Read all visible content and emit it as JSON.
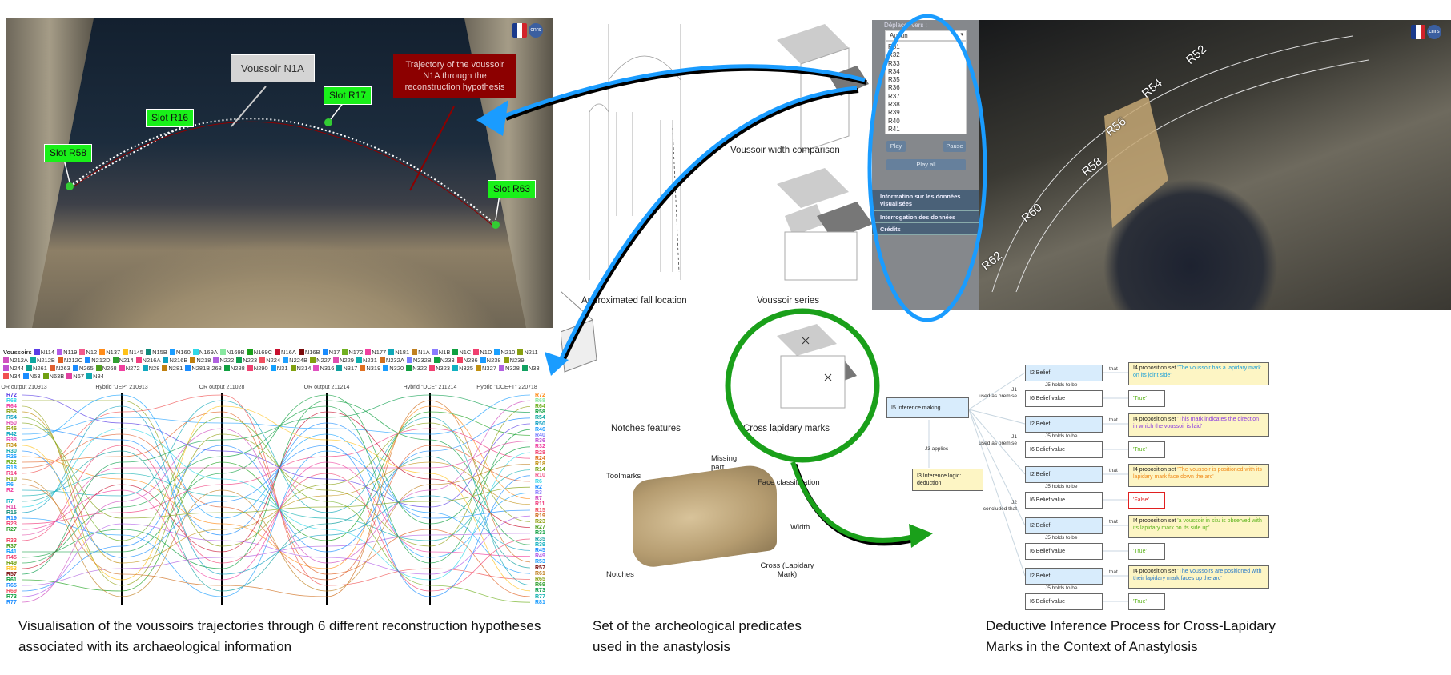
{
  "left_photo": {
    "voussoir_callout": "Voussoir N1A",
    "trajectory_callout": "Trajectory of the voussoir N1A through the reconstruction hypothesis",
    "slots": [
      "Slot R58",
      "Slot R16",
      "Slot R17",
      "Slot R63"
    ],
    "logo": [
      "Culture",
      "cnrs"
    ]
  },
  "chart_data": {
    "type": "parallel-sets",
    "legend_title": "Voussoirs",
    "legend": [
      {
        "name": "N114",
        "color": "#5a3ee6"
      },
      {
        "name": "N119",
        "color": "#b25be8"
      },
      {
        "name": "N12",
        "color": "#f25a8c"
      },
      {
        "name": "N137",
        "color": "#ff8c1a"
      },
      {
        "name": "N145",
        "color": "#ffc21a"
      },
      {
        "name": "N15B",
        "color": "#0e8a7a"
      },
      {
        "name": "N160",
        "color": "#1a9cff"
      },
      {
        "name": "N169A",
        "color": "#30d8e8"
      },
      {
        "name": "N169B",
        "color": "#88e8a0"
      },
      {
        "name": "N169C",
        "color": "#1aa01a"
      },
      {
        "name": "N16A",
        "color": "#c8102e"
      },
      {
        "name": "N16B",
        "color": "#7a0c0c"
      },
      {
        "name": "N17",
        "color": "#1a8cff"
      },
      {
        "name": "N172",
        "color": "#70b020"
      },
      {
        "name": "N177",
        "color": "#f040a0"
      },
      {
        "name": "N181",
        "color": "#10a8b8"
      },
      {
        "name": "N1A",
        "color": "#c08020"
      },
      {
        "name": "N1B",
        "color": "#8a7cff"
      },
      {
        "name": "N1C",
        "color": "#10a040"
      },
      {
        "name": "N1D",
        "color": "#f04070"
      },
      {
        "name": "N210",
        "color": "#1aa0ff"
      },
      {
        "name": "N211",
        "color": "#88a010"
      },
      {
        "name": "N212A",
        "color": "#d050c0"
      },
      {
        "name": "N212B",
        "color": "#10a8a0"
      },
      {
        "name": "N212C",
        "color": "#e06020"
      },
      {
        "name": "N212D",
        "color": "#1a8cff"
      },
      {
        "name": "N214",
        "color": "#30a030"
      },
      {
        "name": "N216A",
        "color": "#f04080"
      },
      {
        "name": "N216B",
        "color": "#10a0c0"
      },
      {
        "name": "N218",
        "color": "#c08010"
      },
      {
        "name": "N222",
        "color": "#b060e0"
      },
      {
        "name": "N223",
        "color": "#10a050"
      },
      {
        "name": "N224",
        "color": "#f05060"
      },
      {
        "name": "N224B",
        "color": "#20a0ff"
      },
      {
        "name": "N227",
        "color": "#80a010"
      },
      {
        "name": "N229",
        "color": "#e050b0"
      },
      {
        "name": "N231",
        "color": "#10b0b0"
      },
      {
        "name": "N232A",
        "color": "#d07020"
      },
      {
        "name": "N232B",
        "color": "#7a80ff"
      },
      {
        "name": "N233",
        "color": "#10a040"
      },
      {
        "name": "N236",
        "color": "#f04060"
      },
      {
        "name": "N238",
        "color": "#1a9cff"
      },
      {
        "name": "N239",
        "color": "#90a010"
      },
      {
        "name": "N244",
        "color": "#c050d0"
      },
      {
        "name": "N261",
        "color": "#10a090"
      },
      {
        "name": "N263",
        "color": "#e06030"
      },
      {
        "name": "N265",
        "color": "#1a8cff"
      },
      {
        "name": "N268",
        "color": "#50a020"
      },
      {
        "name": "N272",
        "color": "#f040a0"
      },
      {
        "name": "N28",
        "color": "#10a8c0"
      },
      {
        "name": "N281",
        "color": "#c08010"
      },
      {
        "name": "N281B 268",
        "color": "#1a8cff"
      },
      {
        "name": "N288",
        "color": "#10a040"
      },
      {
        "name": "N290",
        "color": "#f04070"
      },
      {
        "name": "N31",
        "color": "#10a0ff"
      },
      {
        "name": "N314",
        "color": "#80a010"
      },
      {
        "name": "N316",
        "color": "#e050c0"
      },
      {
        "name": "N317",
        "color": "#10a0a0"
      },
      {
        "name": "N319",
        "color": "#e07020"
      },
      {
        "name": "N320",
        "color": "#1a9cff"
      },
      {
        "name": "N322",
        "color": "#10a040"
      },
      {
        "name": "N323",
        "color": "#f04070"
      },
      {
        "name": "N325",
        "color": "#10b0c0"
      },
      {
        "name": "N327",
        "color": "#c09010"
      },
      {
        "name": "N328",
        "color": "#b060e0"
      },
      {
        "name": "N33",
        "color": "#10a060"
      },
      {
        "name": "N34",
        "color": "#f05050"
      },
      {
        "name": "N53",
        "color": "#1a8cff"
      },
      {
        "name": "N63B",
        "color": "#70a010"
      },
      {
        "name": "N67",
        "color": "#e040a0"
      },
      {
        "name": "N84",
        "color": "#10a8b0"
      }
    ],
    "axes": [
      "OR output 210913",
      "Hybrid \"JEP\" 210913",
      "OR output 211028",
      "OR output 211214",
      "Hybrid \"DCE\" 211214",
      "Hybrid \"DCE+T\" 220718"
    ],
    "left_slots": [
      "R72",
      "R68",
      "R64",
      "R58",
      "R54",
      "R50",
      "R46",
      "R42",
      "R38",
      "R34",
      "R30",
      "R26",
      "R22",
      "R18",
      "R14",
      "R10",
      "R6",
      "R2",
      "",
      "R7",
      "R11",
      "R15",
      "R19",
      "R23",
      "R27",
      "",
      "R33",
      "R37",
      "R41",
      "R45",
      "R49",
      "R53",
      "R57",
      "R61",
      "R65",
      "R69",
      "R73",
      "R77"
    ],
    "right_slots": [
      "R72",
      "R68",
      "R64",
      "R58",
      "R54",
      "R50",
      "R46",
      "R40",
      "R36",
      "R32",
      "R28",
      "R24",
      "R18",
      "R14",
      "R10",
      "R6",
      "R2",
      "R3",
      "R7",
      "R11",
      "R15",
      "R19",
      "R23",
      "R27",
      "R31",
      "R35",
      "R39",
      "R45",
      "R49",
      "R53",
      "R57",
      "R61",
      "R65",
      "R69",
      "R73",
      "R77",
      "R81"
    ]
  },
  "captions": {
    "left": "Visualisation of the voussoirs trajectories through 6 different reconstruction hypotheses associated with its archaeological information",
    "middle": "Set of the archeological predicates used in the anastylosis",
    "right": "Deductive Inference Process for Cross-Lapidary Marks in the Context of Anastylosis"
  },
  "predicates": {
    "fall": "Approximated fall location",
    "width": "Voussoir width comparison",
    "series": "Voussoir series",
    "notches": "Notches features",
    "cross": "Cross lapidary marks",
    "annotations": {
      "toolmarks": "Toolmarks",
      "missing": "Missing part",
      "face": "Face classification",
      "width": "Width",
      "notches": "Notches",
      "cross": "Cross (Lapidary Mark)"
    }
  },
  "viewer": {
    "move_label": "Déplacer vers :",
    "select_value": "Aucun",
    "list": [
      "R31",
      "R32",
      "R33",
      "R34",
      "R35",
      "R36",
      "R37",
      "R38",
      "R39",
      "R40",
      "R41"
    ],
    "play": "Play",
    "pause": "Pause",
    "play_all": "Play all",
    "menu": [
      "Information sur les données visualisées",
      "Interrogation des données",
      "Crédits"
    ],
    "rib_labels": [
      "R52",
      "R54",
      "R56",
      "R58",
      "R60",
      "R62"
    ],
    "logo": [
      "Culture",
      "cnrs"
    ]
  },
  "inference": {
    "i5": "I5 Inference making",
    "i3": "I3 Inference logic: deduction",
    "j3": "J3 applies",
    "edges": [
      "J1\nused as premise",
      "J1\nused as premise",
      "J2\nconcluded that"
    ],
    "belief": "I2 Belief",
    "holds": "J5 holds to be",
    "belief_value": "I6 Belief value",
    "that": "that",
    "prop_prefix": "I4 proposition set",
    "rows": [
      {
        "prop": "'The voussoir has a lapidary mark on its joint side'",
        "color": "#1ba0d8",
        "value": "'True'",
        "false": false
      },
      {
        "prop": "'This mark indicates the direction in which the voussoir is laid'",
        "color": "#8a3ae0",
        "value": "'True'",
        "false": false
      },
      {
        "prop": "'The voussoir is positioned with its lapidary mark face down the arc'",
        "color": "#f08a1a",
        "value": "'False'",
        "false": true
      },
      {
        "prop": "'a voussoir in situ is observed with its lapidary mark on its side up'",
        "color": "#5ab21a",
        "value": "'True'",
        "false": false
      },
      {
        "prop": "'The voussoirs are positioned with their lapidary mark faces up the arc'",
        "color": "#2a7ac8",
        "value": "'True'",
        "false": false
      }
    ]
  },
  "colors": {
    "accent_blue": "#1a9cff",
    "accent_green": "#1aa01a"
  }
}
